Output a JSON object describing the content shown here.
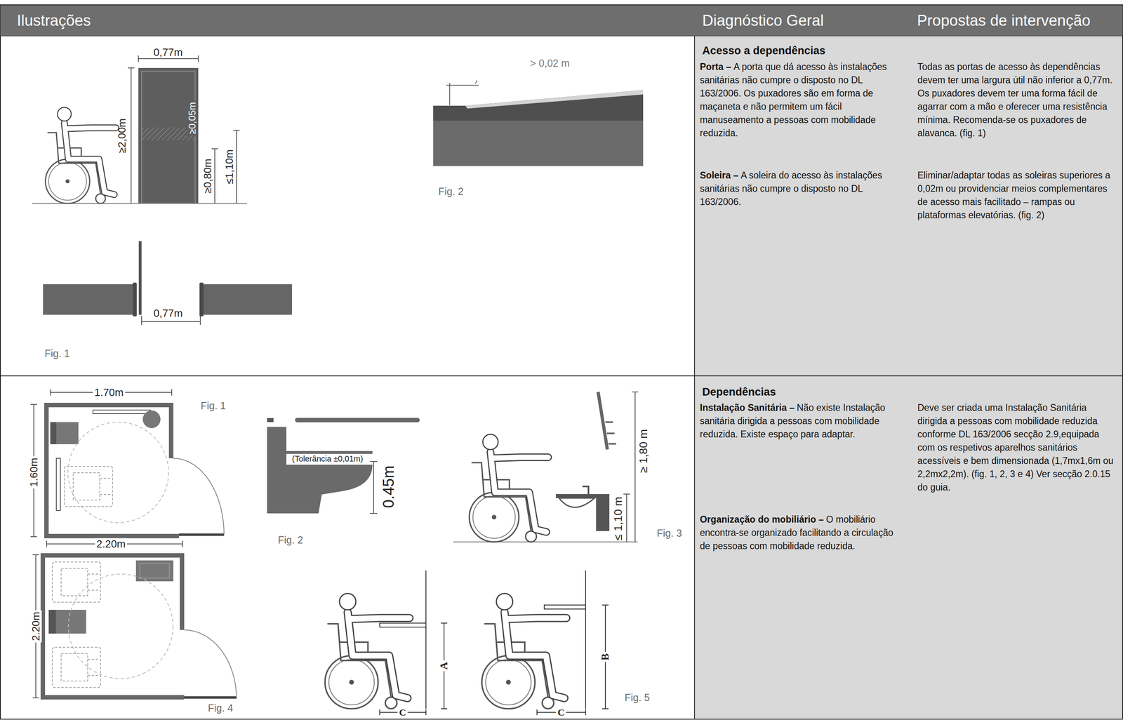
{
  "diagram": {
    "nodes": [
      {
        "text": [
          "Ilustrações",
          "Diagnóstico Geral",
          "Propostas de intervenção"
        ]
      },
      {
        "text": [
          "Acesso a dependências",
          "Porta –",
          "A porta que dá acesso às instalações sanitárias não cumpre o disposto no DL 163/2006. Os puxadores são em forma de maçaneta e não permitem um fácil manuseamento a pessoas com mobilidade reduzida.",
          "Todas as portas de acesso às dependências devem ter uma largura útil não inferior a 0,77m. Os puxadores devem ter uma forma fácil de agarrar com a mão e oferecer uma resistência mínima. Recomenda-se os puxadores de alavanca. (fig. 1)",
          "Soleira –",
          "A soleira do acesso às instalações sanitárias não cumpre o disposto no DL 163/2006.",
          "Eliminar/adaptar todas as soleiras superiores a 0,02m ou providenciar meios complementares de acesso mais facilitado – rampas ou plataformas elevatórias. (fig. 2)"
        ]
      },
      {
        "text": [
          "Dependências",
          "Instalação Sanitária –",
          "Não existe Instalação sanitária dirigida a pessoas com mobilidade reduzida. Existe espaço para adaptar.",
          "Deve ser criada uma Instalação Sanitária dirigida a pessoas com mobilidade reduzida conforme DL 163/2006 secção 2.9,equipada com os respetivos aparelhos sanitários acessíveis e bem dimensionada (1,7mx1,6m ou 2,2mx2,2m). (fig. 1, 2, 3 e 4) Ver secção 2.0.15 do guia.",
          "Organização do mobiliário –",
          "O mobiliário encontra-se organizado facilitando a circulação de pessoas com mobilidade reduzida."
        ]
      }
    ],
    "labels": [
      "0,77m",
      "≥2,00m",
      "≥0,05m",
      "≥0,80m",
      "≤1,10m",
      "0,77m",
      "Fig. 1",
      "> 0,02 m",
      "Fig. 2",
      "1.70m",
      "1.60m",
      "Fig. 1",
      "(Tolerância ±0,01m)",
      "0.45m",
      "Fig. 2",
      "≥ 1,80 m",
      "≤ 1,10 m",
      "Fig. 3",
      "2.20m",
      "2.20m",
      "Fig. 4",
      "A",
      "C",
      "B",
      "C",
      "Fig. 5"
    ]
  }
}
